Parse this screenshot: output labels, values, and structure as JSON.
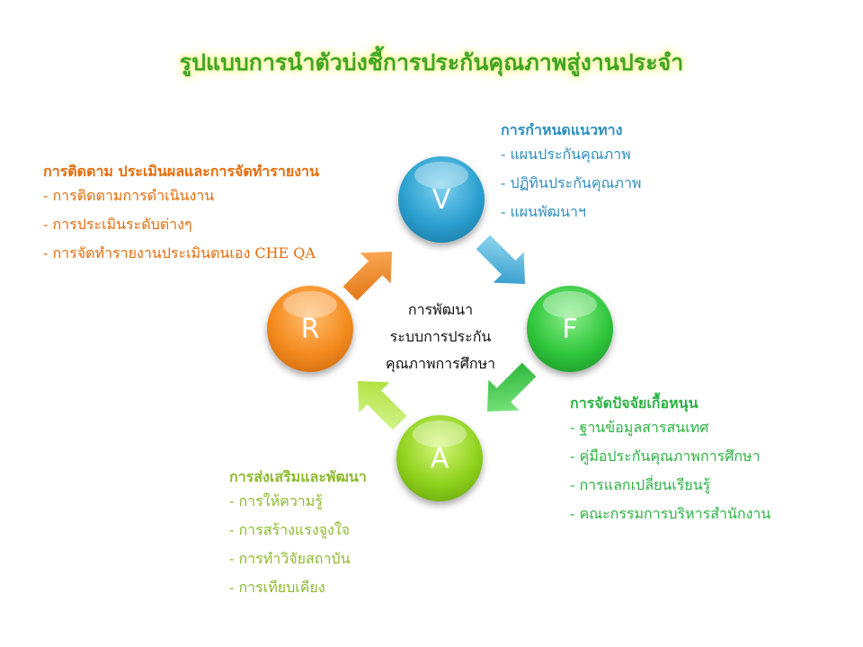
{
  "title": "รูปแบบการนำตัวบ่งชี้การประกันคุณภาพสู่งานประจำ",
  "center": {
    "line1": "การพัฒนา",
    "line2": "ระบบการประกัน",
    "line3": "คุณภาพการศึกษา"
  },
  "circles": {
    "v": "V",
    "f": "F",
    "a": "A",
    "r": "R"
  },
  "blocks": {
    "v": {
      "heading": "การกำหนดแนวทาง",
      "items": [
        "- แผนประกันคุณภาพ",
        "- ปฏิทินประกันคุณภาพ",
        "- แผนพัฒนาฯ"
      ]
    },
    "f": {
      "heading": "การจัดปัจจัยเกื้อหนุน",
      "items": [
        "- ฐานข้อมูลสารสนเทศ",
        "- คู่มือประกันคุณภาพการศึกษา",
        "- การแลกเปลี่ยนเรียนรู้",
        "- คณะกรรมการบริหารสำนักงาน"
      ]
    },
    "a": {
      "heading": "การส่งเสริมและพัฒนา",
      "items": [
        "- การให้ความรู้",
        "- การสร้างแรงจูงใจ",
        "- การทำวิจัยสถาบัน",
        "- การเทียบเคียง"
      ]
    },
    "r": {
      "heading": "การติดตาม ประเมินผลและการจัดทำรายงาน",
      "items": [
        "- การติดตามการดำเนินงาน",
        "- การประเมินระดับต่างๆ",
        "- การจัดทำรายงานประเมินตนเอง CHE QA"
      ]
    }
  },
  "colors": {
    "v": "#2a9fd0",
    "f": "#2fc63b",
    "a": "#8fd21d",
    "r": "#f48a1e",
    "title": "#3fa524"
  }
}
